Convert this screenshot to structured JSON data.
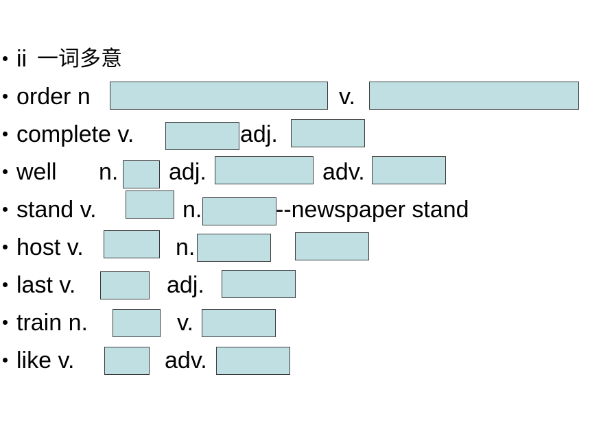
{
  "slide": {
    "rows": [
      {
        "id": "title",
        "parts": [
          {
            "kind": "text",
            "value": "ii"
          },
          {
            "kind": "text",
            "value": "一词多意"
          }
        ]
      },
      {
        "id": "order",
        "parts": [
          {
            "kind": "text",
            "value": "order  n"
          },
          {
            "kind": "blank"
          },
          {
            "kind": "text",
            "value": "v."
          },
          {
            "kind": "blank"
          }
        ]
      },
      {
        "id": "complete",
        "parts": [
          {
            "kind": "text",
            "value": "complete   v."
          },
          {
            "kind": "blank"
          },
          {
            "kind": "text",
            "value": "adj."
          },
          {
            "kind": "blank"
          }
        ]
      },
      {
        "id": "well",
        "parts": [
          {
            "kind": "text",
            "value": "well"
          },
          {
            "kind": "text",
            "value": "n."
          },
          {
            "kind": "blank"
          },
          {
            "kind": "text",
            "value": "adj."
          },
          {
            "kind": "blank"
          },
          {
            "kind": "text",
            "value": "adv."
          },
          {
            "kind": "blank"
          }
        ]
      },
      {
        "id": "stand",
        "parts": [
          {
            "kind": "text",
            "value": "stand   v."
          },
          {
            "kind": "blank"
          },
          {
            "kind": "text",
            "value": "n."
          },
          {
            "kind": "blank"
          },
          {
            "kind": "text",
            "value": "--newspaper stand"
          }
        ]
      },
      {
        "id": "host",
        "parts": [
          {
            "kind": "text",
            "value": "host  v."
          },
          {
            "kind": "blank"
          },
          {
            "kind": "text",
            "value": "n."
          },
          {
            "kind": "blank"
          },
          {
            "kind": "blank"
          }
        ]
      },
      {
        "id": "last",
        "parts": [
          {
            "kind": "text",
            "value": "last   v."
          },
          {
            "kind": "blank"
          },
          {
            "kind": "text",
            "value": "adj."
          },
          {
            "kind": "blank"
          }
        ]
      },
      {
        "id": "train",
        "parts": [
          {
            "kind": "text",
            "value": "train   n."
          },
          {
            "kind": "blank"
          },
          {
            "kind": "text",
            "value": "v."
          },
          {
            "kind": "blank"
          }
        ]
      },
      {
        "id": "like",
        "parts": [
          {
            "kind": "text",
            "value": "like   v."
          },
          {
            "kind": "blank"
          },
          {
            "kind": "text",
            "value": "adv."
          },
          {
            "kind": "blank"
          }
        ]
      }
    ]
  },
  "colors": {
    "blank_fill": "#bfdfe3",
    "blank_border": "#3a3a3a",
    "text": "#000000"
  }
}
